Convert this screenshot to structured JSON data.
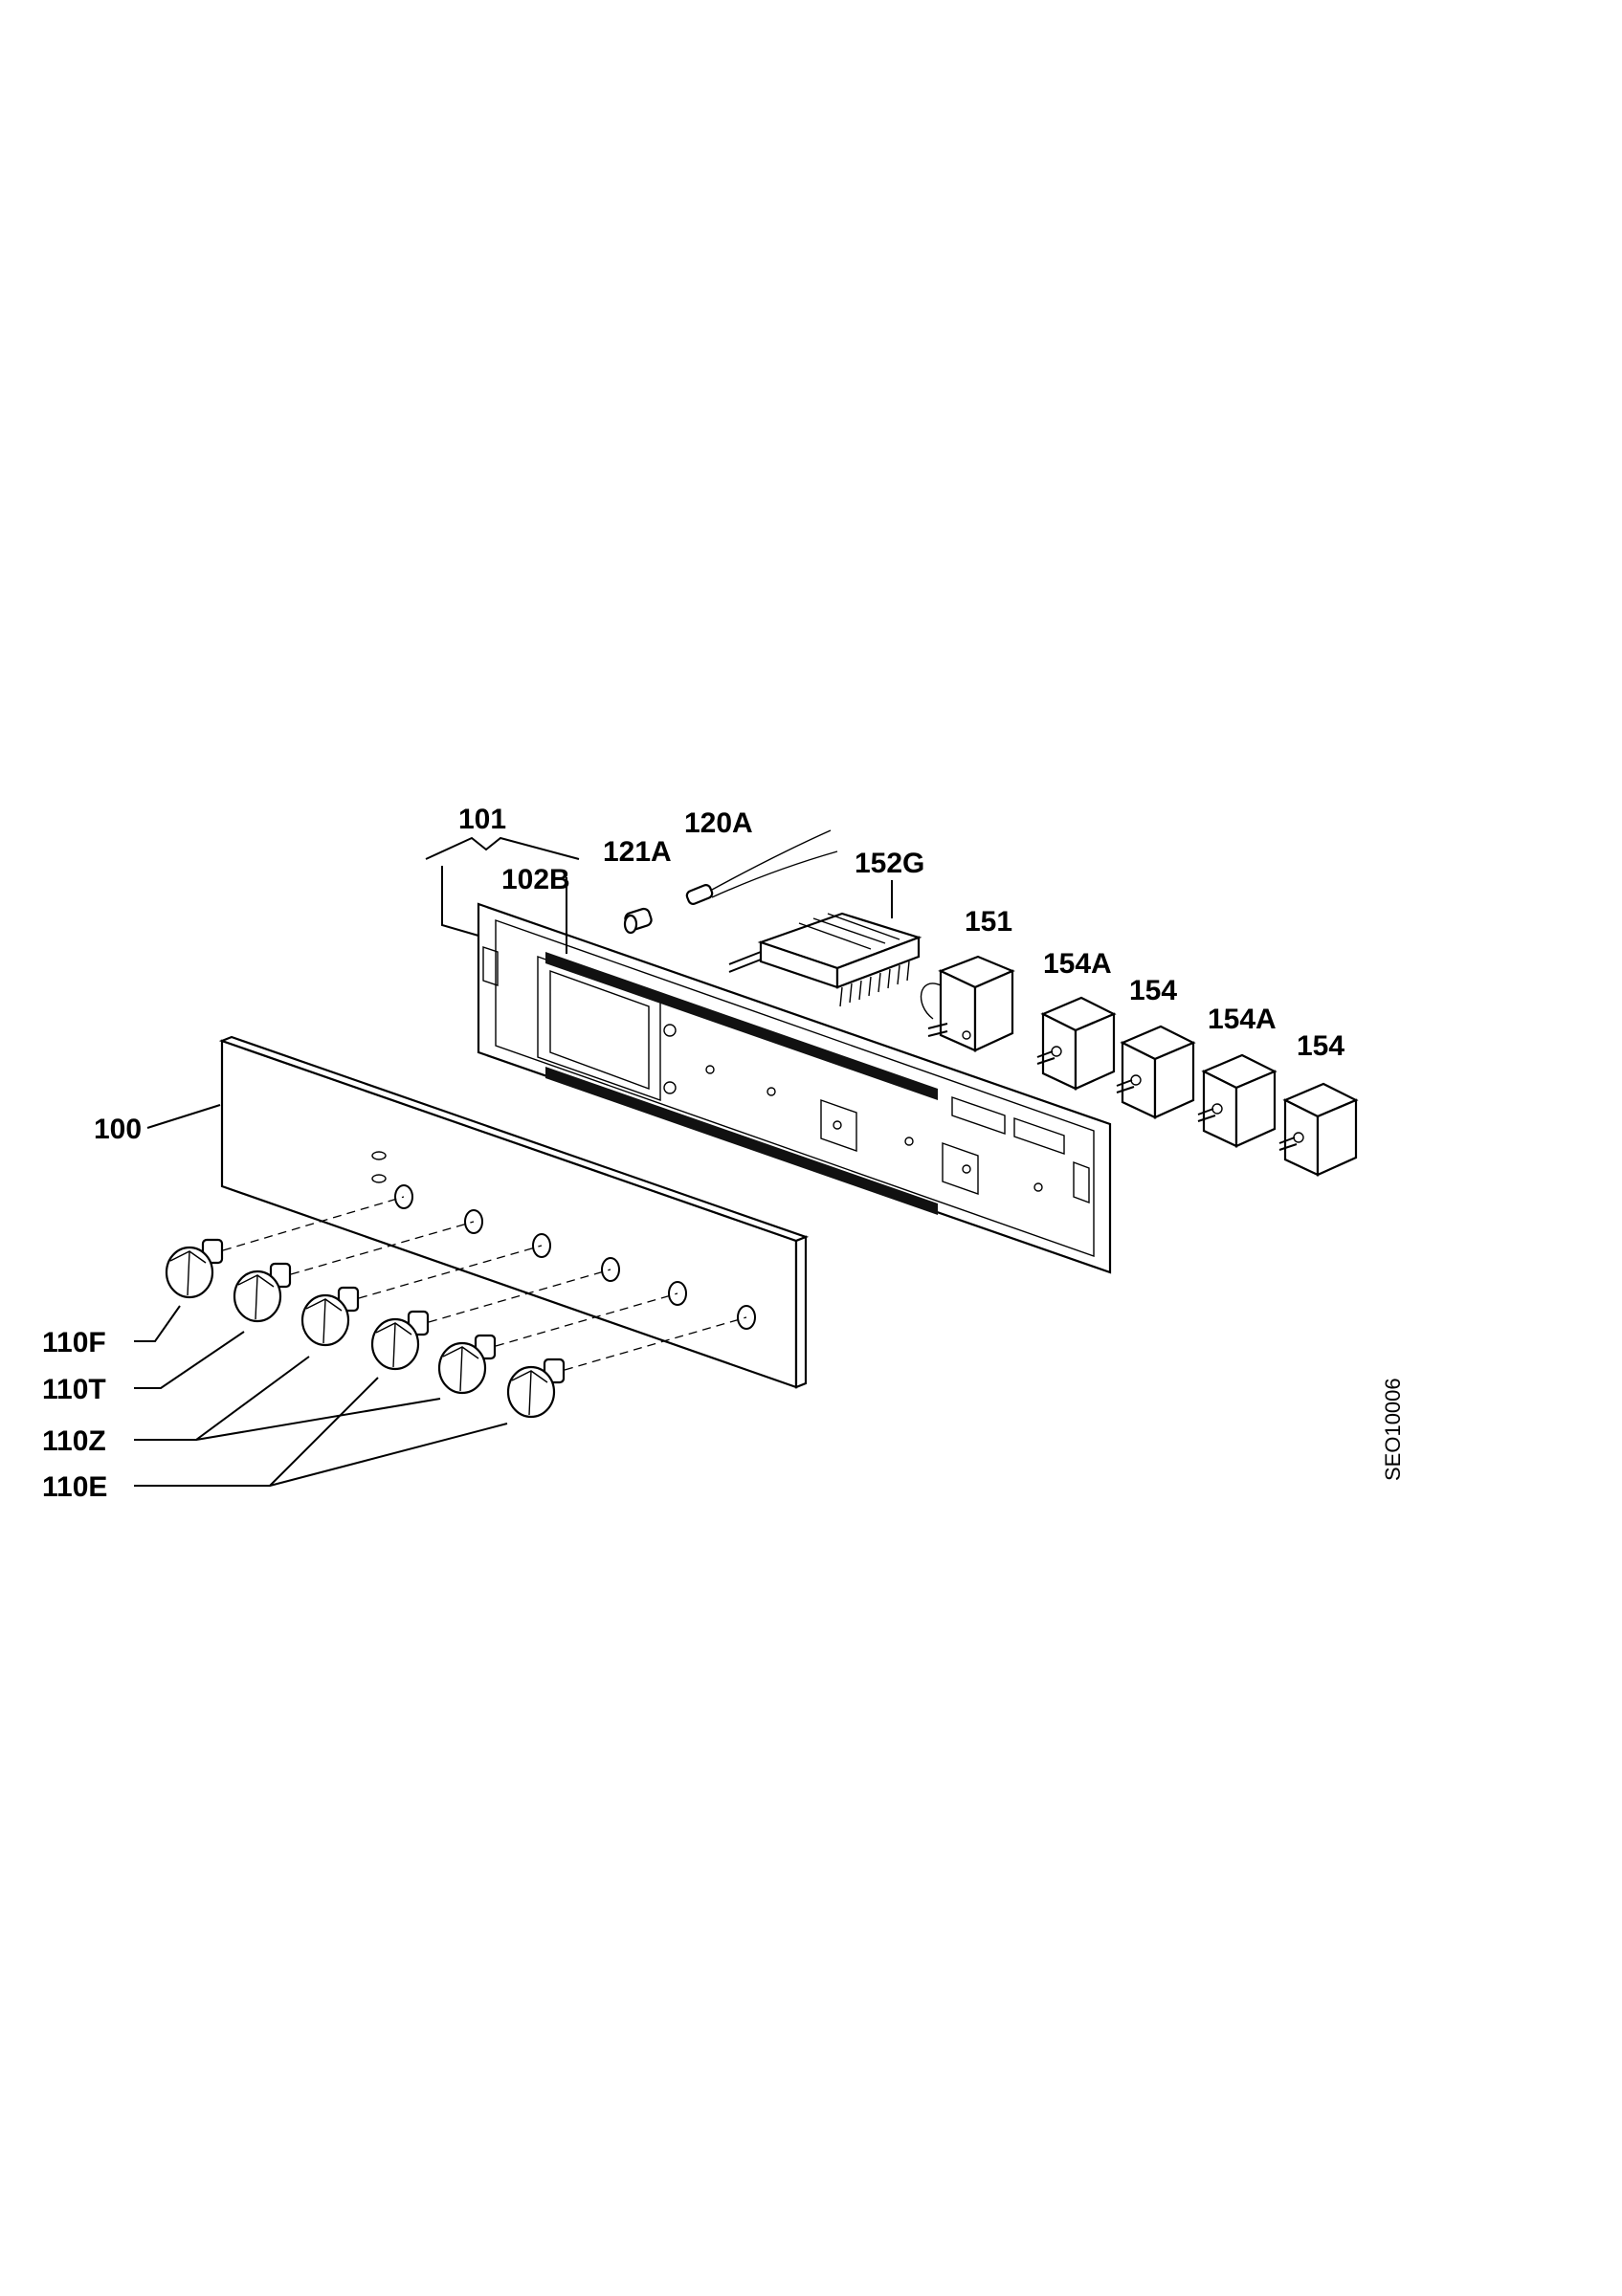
{
  "diagram": {
    "labels": {
      "l101": "101",
      "l102B": "102B",
      "l121A": "121A",
      "l120A": "120A",
      "l152G": "152G",
      "l151": "151",
      "l154A_1": "154A",
      "l154_1": "154",
      "l154A_2": "154A",
      "l154_2": "154",
      "l100": "100",
      "l110F": "110F",
      "l110T": "110T",
      "l110Z": "110Z",
      "l110E": "110E"
    },
    "drawing_code": "SEO10006"
  }
}
